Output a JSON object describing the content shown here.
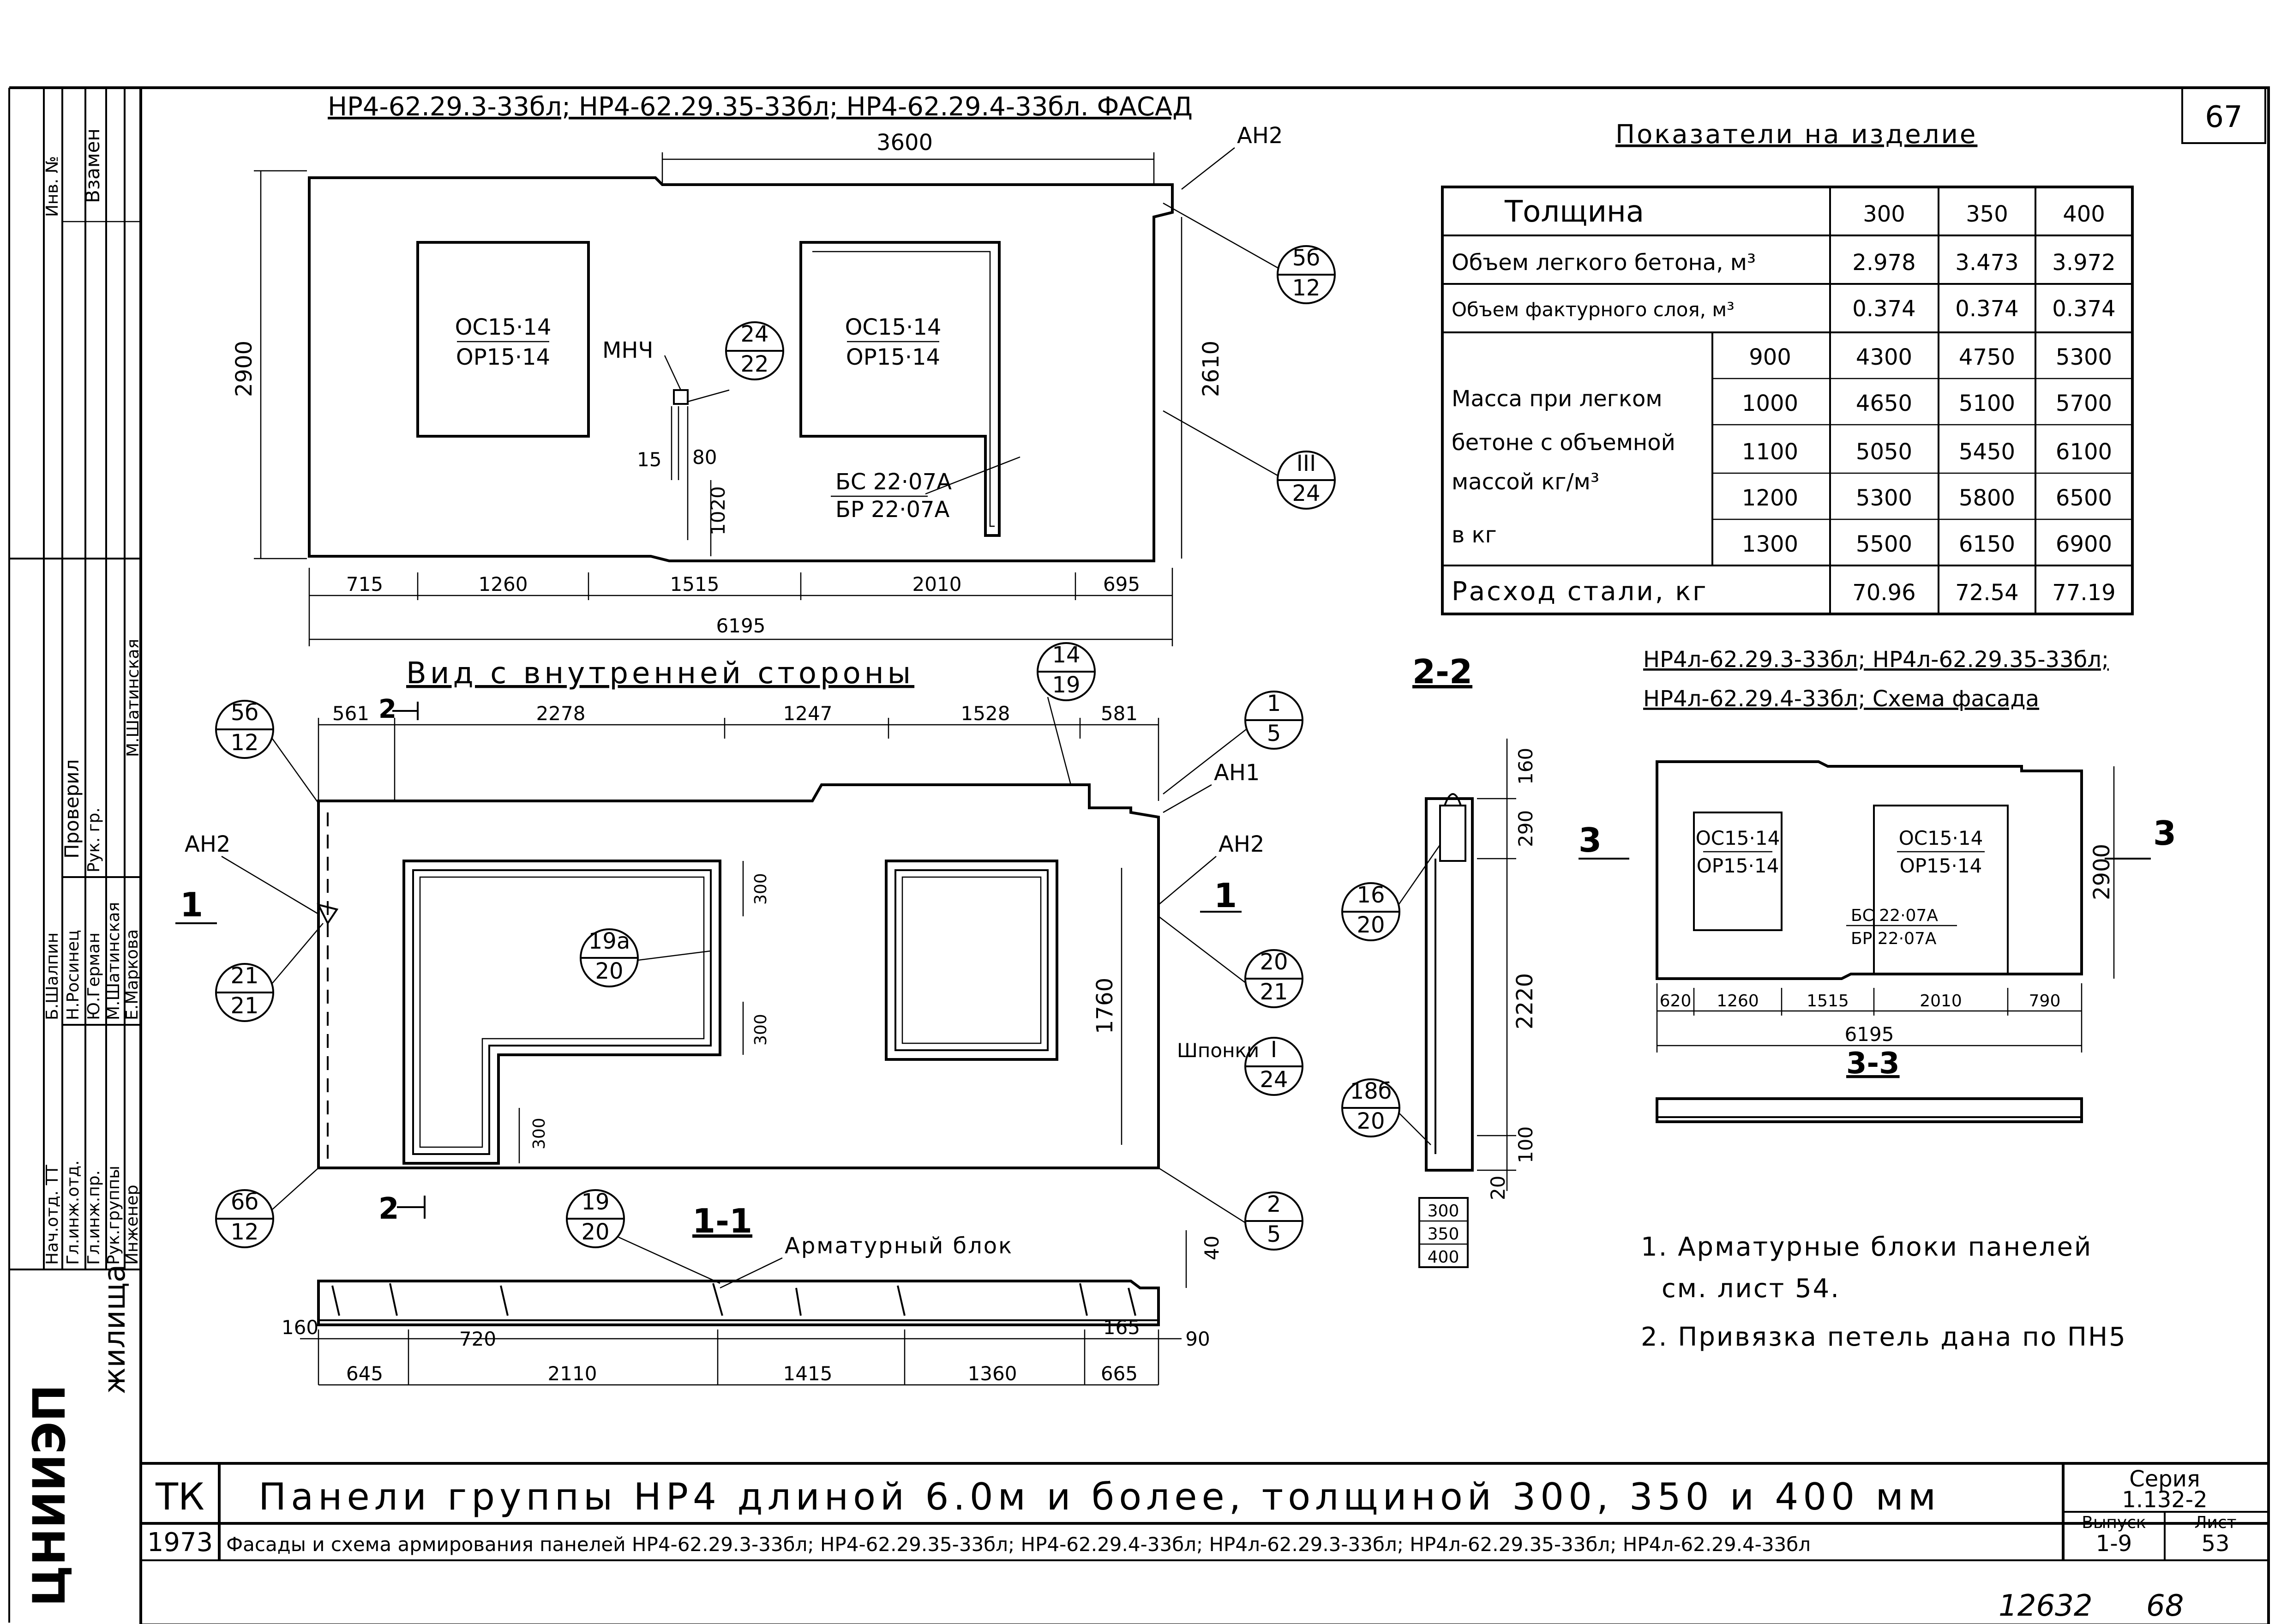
{
  "sheet": {
    "page_number_top": "67",
    "bottom_handwritten_left": "12632",
    "bottom_handwritten_right": "68"
  },
  "facade": {
    "title": "НР4-62.29.3-33бл; НР4-62.29.35-33бл; НР4-62.29.4-33бл. ФАСАД",
    "dim_top": "3600",
    "dim_height": "2900",
    "dim_right_height": "2610",
    "window_left_top": "ОС15·14",
    "window_left_bottom": "ОР15·14",
    "window_right_top": "ОС15·14",
    "window_right_bottom": "ОР15·14",
    "door_top": "БС 22·07А",
    "door_bottom": "БР 22·07А",
    "label_mnch": "МНЧ",
    "label_an2": "АН2",
    "dim_15": "15",
    "dim_80": "80",
    "dim_1020": "1020",
    "bottom_dims": [
      "715",
      "1260",
      "1515",
      "2010",
      "695"
    ],
    "total": "6195",
    "callouts": [
      {
        "top": "24",
        "bottom": "22"
      },
      {
        "top": "5б",
        "bottom": "12"
      },
      {
        "top": "III",
        "bottom": "24"
      }
    ]
  },
  "indicators": {
    "title": "Показатели на изделие",
    "header_label": "Толщина",
    "thicknesses": [
      "300",
      "350",
      "400"
    ],
    "rows": [
      {
        "label": "Объем легкого бетона, м³",
        "values": [
          "2.978",
          "3.473",
          "3.972"
        ]
      },
      {
        "label": "Объем фактурного слоя, м³",
        "values": [
          "0.374",
          "0.374",
          "0.374"
        ]
      }
    ],
    "mass_label_lines": [
      "Масса при легком",
      "бетоне с объемной",
      "массой кг/м³",
      "в кг"
    ],
    "mass_rows": [
      {
        "density": "900",
        "values": [
          "4300",
          "4750",
          "5300"
        ]
      },
      {
        "density": "1000",
        "values": [
          "4650",
          "5100",
          "5700"
        ]
      },
      {
        "density": "1100",
        "values": [
          "5050",
          "5450",
          "6100"
        ]
      },
      {
        "density": "1200",
        "values": [
          "5300",
          "5800",
          "6500"
        ]
      },
      {
        "density": "1300",
        "values": [
          "5500",
          "6150",
          "6900"
        ]
      }
    ],
    "steel_label": "Расход стали, кг",
    "steel_values": [
      "70.96",
      "72.54",
      "77.19"
    ]
  },
  "inner_view": {
    "title": "Вид с внутренней стороны",
    "top_dims": [
      "561",
      "2278",
      "1247",
      "1528",
      "581"
    ],
    "label_2_top": "2",
    "label_2_bottom": "2",
    "label_1_left": "1",
    "label_1_right": "1",
    "label_an1": "АН1",
    "label_an2_left": "АН2",
    "label_an2_right": "АН2",
    "label_shponki": "Шпонки",
    "dim_300_a": "300",
    "dim_300_b": "300",
    "dim_300_c": "300",
    "dim_1760": "1760",
    "callouts": [
      {
        "top": "5б",
        "bottom": "12"
      },
      {
        "top": "14",
        "bottom": "19"
      },
      {
        "top": "1",
        "bottom": "5"
      },
      {
        "top": "21",
        "bottom": "21"
      },
      {
        "top": "19а",
        "bottom": "20"
      },
      {
        "top": "20",
        "bottom": "21"
      },
      {
        "top": "I",
        "bottom": "24"
      },
      {
        "top": "6б",
        "bottom": "12"
      },
      {
        "top": "2",
        "bottom": "5"
      }
    ]
  },
  "section_11": {
    "title": "1-1",
    "label_block": "Арматурный блок",
    "callout": {
      "top": "19",
      "bottom": "20"
    },
    "dim_40": "40",
    "dims_upper": [
      "160",
      "720",
      "165",
      "90"
    ],
    "dims_lower": [
      "645",
      "2110",
      "1415",
      "1360",
      "665"
    ]
  },
  "section_22": {
    "title": "2-2",
    "dims": [
      "160",
      "290",
      "2220",
      "100",
      "20"
    ],
    "thick_list": [
      "300",
      "350",
      "400"
    ],
    "callouts": [
      {
        "top": "16",
        "bottom": "20"
      },
      {
        "top": "18б",
        "bottom": "20"
      }
    ]
  },
  "scheme": {
    "title_line1": "НР4л-62.29.3-33бл; НР4л-62.29.35-33бл;",
    "title_line2": "НР4л-62.29.4-33бл; Схема фасада",
    "window_left_top": "ОС15·14",
    "window_left_bottom": "ОР15·14",
    "window_right_top": "ОС15·14",
    "window_right_bottom": "ОР15·14",
    "door_top": "БС 22·07А",
    "door_bottom": "БР 22·07А",
    "dim_height": "2900",
    "label_3_left": "3",
    "label_3_right": "3",
    "bottom_dims": [
      "620",
      "1260",
      "1515",
      "2010",
      "790"
    ],
    "total": "6195",
    "section_title": "3-3"
  },
  "notes": {
    "line1": "1. Арматурные блоки панелей",
    "line2": "см. лист 54.",
    "line3": "2. Привязка петель дана по ПН5"
  },
  "side_stamp": {
    "org": "ЦНИИЭП",
    "dept": "жилища",
    "rows": [
      {
        "role": "Нач.отд. ТТ",
        "name": "Б.Шалпин"
      },
      {
        "role": "Гл.инж.отд.",
        "name": "Н.Росинец"
      },
      {
        "role": "Гл.инж.пр.",
        "name": "Ю.Герман"
      },
      {
        "role": "Рук.группы",
        "name": "М.Шатинская"
      },
      {
        "role": "Инженер",
        "name": "Е.Маркова"
      }
    ],
    "checked_label": "Проверил",
    "checked_role": "Рук. гр.",
    "checked_name": "М.Шатинская",
    "inv_label": "Инв. №",
    "replace_label": "Взамен"
  },
  "title_block": {
    "tk": "ТК",
    "year": "1973",
    "title": "Панели группы НР4 длиной 6.0м и более, толщиной 300, 350 и 400 мм",
    "subtitle": "Фасады и схема армирования панелей НР4-62.29.3-33бл; НР4-62.29.35-33бл; НР4-62.29.4-33бл; НР4л-62.29.3-33бл; НР4л-62.29.35-33бл; НР4л-62.29.4-33бл",
    "series_label": "Серия",
    "series_value": "1.132-2",
    "issue_label": "Выпуск",
    "issue_value": "1-9",
    "sheet_label": "Лист",
    "sheet_value": "53"
  }
}
